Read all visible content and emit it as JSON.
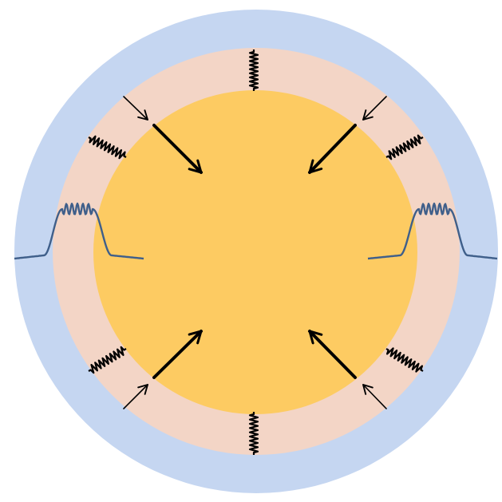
{
  "diagram": {
    "colors": {
      "outer_shell": "#c5d6f1",
      "middle_shell": "#f3d5c6",
      "core": "#fdcb62",
      "arrow": "#000000",
      "spring": "#000000",
      "wave": "#3f5f8a"
    },
    "elements": {
      "outer_shell": "outer-ring",
      "middle_shell": "middle-ring",
      "core": "inner-core",
      "springs": [
        "spring-top",
        "spring-bottom",
        "spring-upper-left",
        "spring-upper-right",
        "spring-lower-left",
        "spring-lower-right"
      ],
      "big_arrows": [
        "arrow-upper-left",
        "arrow-upper-right",
        "arrow-lower-left",
        "arrow-lower-right"
      ],
      "small_arrows": [
        "small-arrow-upper-left",
        "small-arrow-upper-right",
        "small-arrow-lower-left",
        "small-arrow-lower-right"
      ],
      "wave_packets": [
        "wave-left",
        "wave-right"
      ]
    }
  }
}
